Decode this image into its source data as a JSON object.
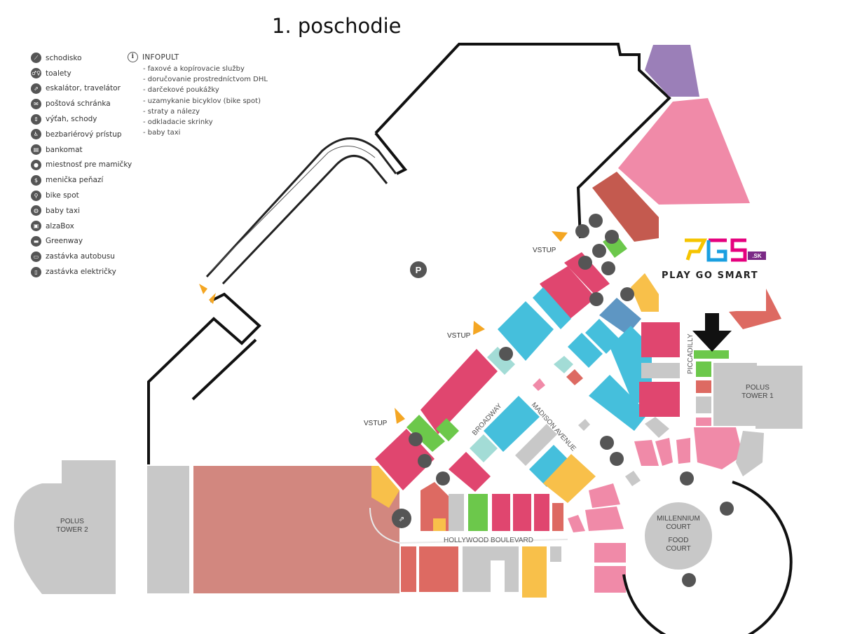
{
  "title": "1. poschodie",
  "legend": [
    {
      "icon": "stairs-icon",
      "label": "schodisko"
    },
    {
      "icon": "toilets-icon",
      "label": "toalety"
    },
    {
      "icon": "escalator-icon",
      "label": "eskalátor, travelátor"
    },
    {
      "icon": "mailbox-icon",
      "label": "poštová schránka"
    },
    {
      "icon": "elevator-icon",
      "label": "výťah, schody"
    },
    {
      "icon": "wheelchair-icon",
      "label": "bezbariérový prístup"
    },
    {
      "icon": "atm-icon",
      "label": "bankomat"
    },
    {
      "icon": "baby-room-icon",
      "label": "miestnosť pre mamičky"
    },
    {
      "icon": "currency-exchange-icon",
      "label": "menička peňazí"
    },
    {
      "icon": "bike-icon",
      "label": "bike spot"
    },
    {
      "icon": "baby-taxi-icon",
      "label": "baby taxi"
    },
    {
      "icon": "gift-box-icon",
      "label": "alzaBox"
    },
    {
      "icon": "car-icon",
      "label": "Greenway"
    },
    {
      "icon": "bus-icon",
      "label": "zastávka autobusu"
    },
    {
      "icon": "tram-icon",
      "label": "zastávka električky"
    }
  ],
  "infopult": {
    "title": "INFOPULT",
    "items": [
      "- faxové a kopírovacie služby",
      "- doručovanie prostredníctvom DHL",
      "- darčekové poukážky",
      "- uzamykanie bicyklov (bike spot)",
      "- straty a nálezy",
      "- odkladacie skrinky",
      "- baby taxi"
    ]
  },
  "map": {
    "parking_label": "P",
    "entrance_label": "VSTUP",
    "streets": {
      "broadway": "BROADWAY",
      "madison": "MADISON AVENUE",
      "hollywood": "HOLLYWOOD BOULEVARD",
      "piccadilly": "PICCADILLY"
    },
    "tower1": {
      "line1": "POLUS",
      "line2": "TOWER 1"
    },
    "tower2": {
      "line1": "POLUS",
      "line2": "TOWER 2"
    },
    "millennium": {
      "line1": "MILLENNIUM",
      "line2": "COURT",
      "line3": "FOOD",
      "line4": "COURT"
    }
  },
  "logo": {
    "mark": "PGS",
    "suffix": ".SK",
    "tagline": "PLAY GO SMART"
  },
  "colors": {
    "pink": "#e0466f",
    "light_pink": "#f08aa8",
    "blue": "#45bfdc",
    "gray": "#c8c8c8",
    "green": "#6cc84b",
    "yellow": "#f8c04a",
    "salmon": "#d2877f",
    "red": "#dd6a62",
    "purple": "#9b7fb8",
    "mint": "#a3dcd6",
    "steel_blue": "#5e96c3",
    "dark_red": "#c45a4f",
    "orange_arrow": "#f4a623"
  }
}
